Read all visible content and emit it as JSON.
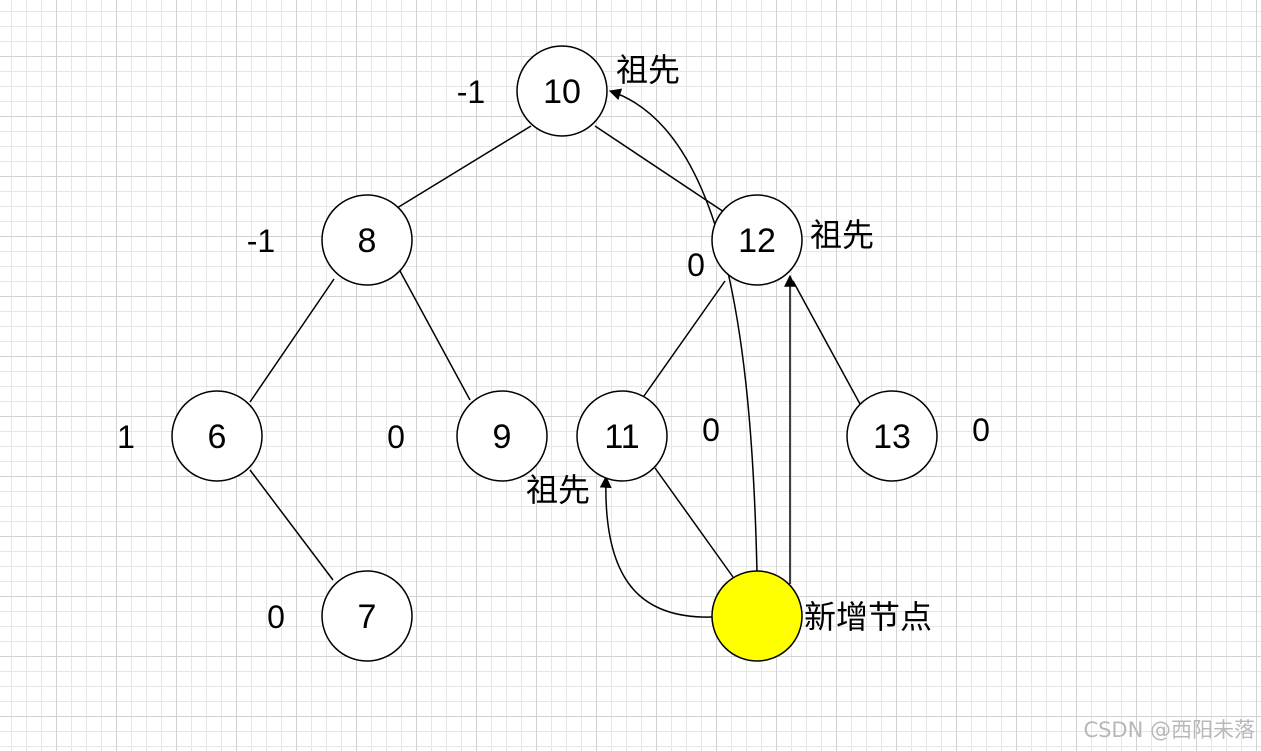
{
  "diagram": {
    "nodes": [
      {
        "id": "n10",
        "label": "10",
        "balance": "-1"
      },
      {
        "id": "n8",
        "label": "8",
        "balance": "-1"
      },
      {
        "id": "n12",
        "label": "12",
        "balance": "0"
      },
      {
        "id": "n6",
        "label": "6",
        "balance": "1"
      },
      {
        "id": "n9",
        "label": "9",
        "balance": "0"
      },
      {
        "id": "n11",
        "label": "11",
        "balance": "0"
      },
      {
        "id": "n13",
        "label": "13",
        "balance": "0"
      },
      {
        "id": "n7",
        "label": "7",
        "balance": "0"
      },
      {
        "id": "new",
        "label": "",
        "fill": "#ffff00"
      }
    ],
    "edges": [
      [
        "n10",
        "n8"
      ],
      [
        "n10",
        "n12"
      ],
      [
        "n8",
        "n6"
      ],
      [
        "n8",
        "n9"
      ],
      [
        "n6",
        "n7"
      ],
      [
        "n12",
        "n11"
      ],
      [
        "n12",
        "n13"
      ],
      [
        "n11",
        "new"
      ]
    ],
    "annotations": {
      "ancestor_10": "祖先",
      "ancestor_12": "祖先",
      "ancestor_11": "祖先",
      "new_node": "新增节点"
    },
    "colors": {
      "new_node_fill": "#ffff00",
      "stroke": "#000000"
    }
  },
  "watermark": "CSDN @西阳未落"
}
